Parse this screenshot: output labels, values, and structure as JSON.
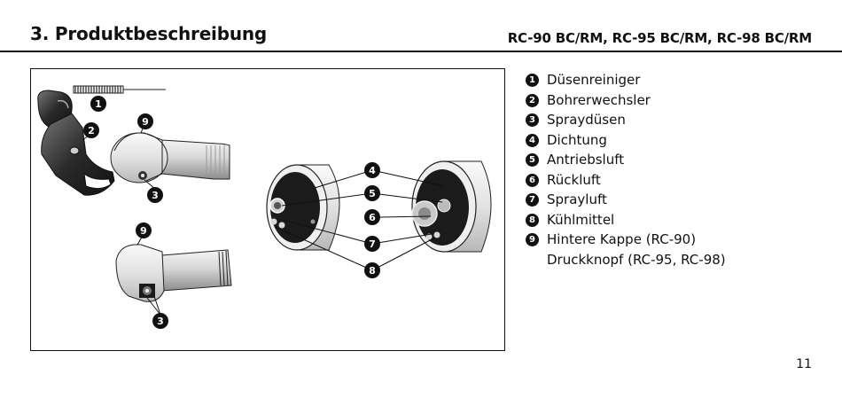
{
  "header": {
    "section_title": "3. Produktbeschreibung",
    "models": "RC-90 BC/RM, RC-95 BC/RM, RC-98 BC/RM"
  },
  "legend": [
    {
      "number": "1",
      "label": "Düsenreiniger"
    },
    {
      "number": "2",
      "label": "Bohrerwechsler"
    },
    {
      "number": "3",
      "label": "Spraydüsen"
    },
    {
      "number": "4",
      "label": "Dichtung"
    },
    {
      "number": "5",
      "label": "Antriebsluft"
    },
    {
      "number": "6",
      "label": "Rückluft"
    },
    {
      "number": "7",
      "label": "Sprayluft"
    },
    {
      "number": "8",
      "label": "Kühlmittel"
    },
    {
      "number": "9",
      "label": "Hintere Kappe (RC-90)",
      "label_continued": "Druckknopf (RC-95, RC-98)"
    }
  ],
  "figure": {
    "callouts": {
      "c1": "1",
      "c2": "2",
      "c9a": "9",
      "c3a": "3",
      "c9b": "9",
      "c3b": "3",
      "c4": "4",
      "c5": "5",
      "c6": "6",
      "c7": "7",
      "c8": "8"
    }
  },
  "page_number": "11",
  "colors": {
    "text": "#111111",
    "callout_fill": "#111111",
    "callout_text": "#ffffff"
  }
}
